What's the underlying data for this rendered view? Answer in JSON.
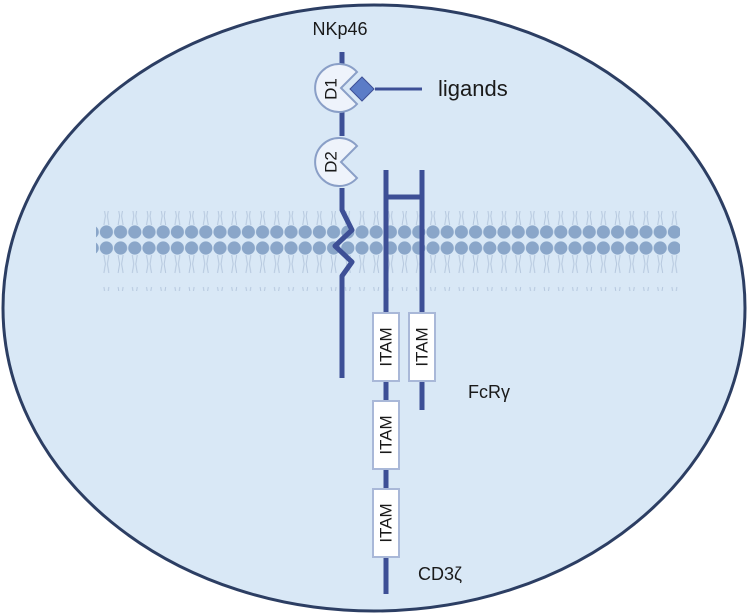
{
  "labels": {
    "receptor": "NKp46",
    "ligands": "ligands",
    "fcr": "FcRγ",
    "cd3": "CD3ζ"
  },
  "domains": {
    "d1": "D1",
    "d2": "D2"
  },
  "itam": {
    "fcr_chain_1": "ITAM",
    "cd3_chain_1": "ITAM",
    "cd3_chain_2": "ITAM",
    "cd3_chain_3": "ITAM"
  },
  "colors": {
    "cell_fill": "#d9e8f6",
    "cell_stroke": "#2c3e63",
    "chain": "#3d4f96",
    "membrane_head": "#8aa6c9",
    "ligand": "#5b7cc7",
    "box_fill": "#ffffff",
    "box_stroke": "#a9b8d8"
  }
}
